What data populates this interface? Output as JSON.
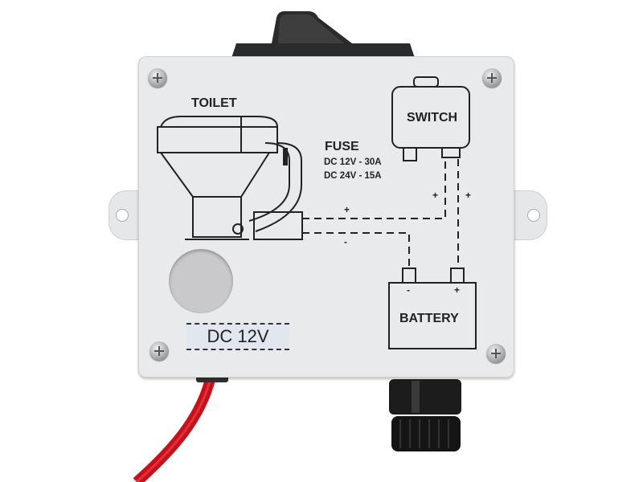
{
  "diagram": {
    "toilet_label": "TOILET",
    "switch_label": "SWITCH",
    "fuse": {
      "title": "FUSE",
      "line1": "DC 12V - 30A",
      "line2": "DC 24V - 15A"
    },
    "battery_label": "BATTERY",
    "battery_minus": "-",
    "battery_plus": "+",
    "wire_plus_toilet": "+",
    "wire_minus_toilet": "-",
    "switch_plus_left": "+",
    "switch_plus_right": "+"
  },
  "voltage_label": "DC 12V",
  "colors": {
    "panel": "#e9eaec",
    "cable": "#d0101c",
    "rocker": "#2a2a2a",
    "gland": "#1a1a1a"
  }
}
